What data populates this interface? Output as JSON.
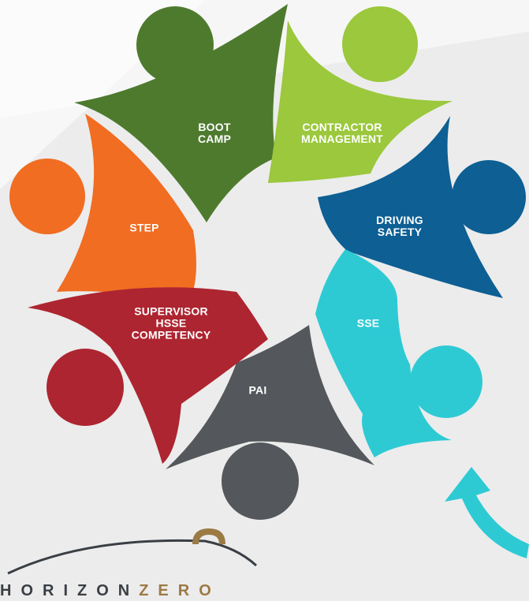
{
  "petals": [
    {
      "id": "boot-camp",
      "lines": [
        "BOOT",
        "CAMP"
      ],
      "color": "#4e7a2e"
    },
    {
      "id": "contractor",
      "lines": [
        "CONTRACTOR",
        "MANAGEMENT"
      ],
      "color": "#9bc83c"
    },
    {
      "id": "driving",
      "lines": [
        "DRIVING",
        "SAFETY"
      ],
      "color": "#0d5f94"
    },
    {
      "id": "sse",
      "lines": [
        "SSE"
      ],
      "color": "#2ecad4"
    },
    {
      "id": "pai",
      "lines": [
        "PAI"
      ],
      "color": "#54575b"
    },
    {
      "id": "supervisor",
      "lines": [
        "SUPERVISOR",
        "HSSE",
        "COMPETENCY"
      ],
      "color": "#ad2530"
    },
    {
      "id": "step",
      "lines": [
        "STEP"
      ],
      "color": "#f06d22"
    }
  ],
  "logo": {
    "word1": "HORIZON",
    "word2": "ZERO",
    "color_dark": "#3a3f45",
    "color_accent": "#9c7a45"
  },
  "arrow_color": "#2ecad4"
}
